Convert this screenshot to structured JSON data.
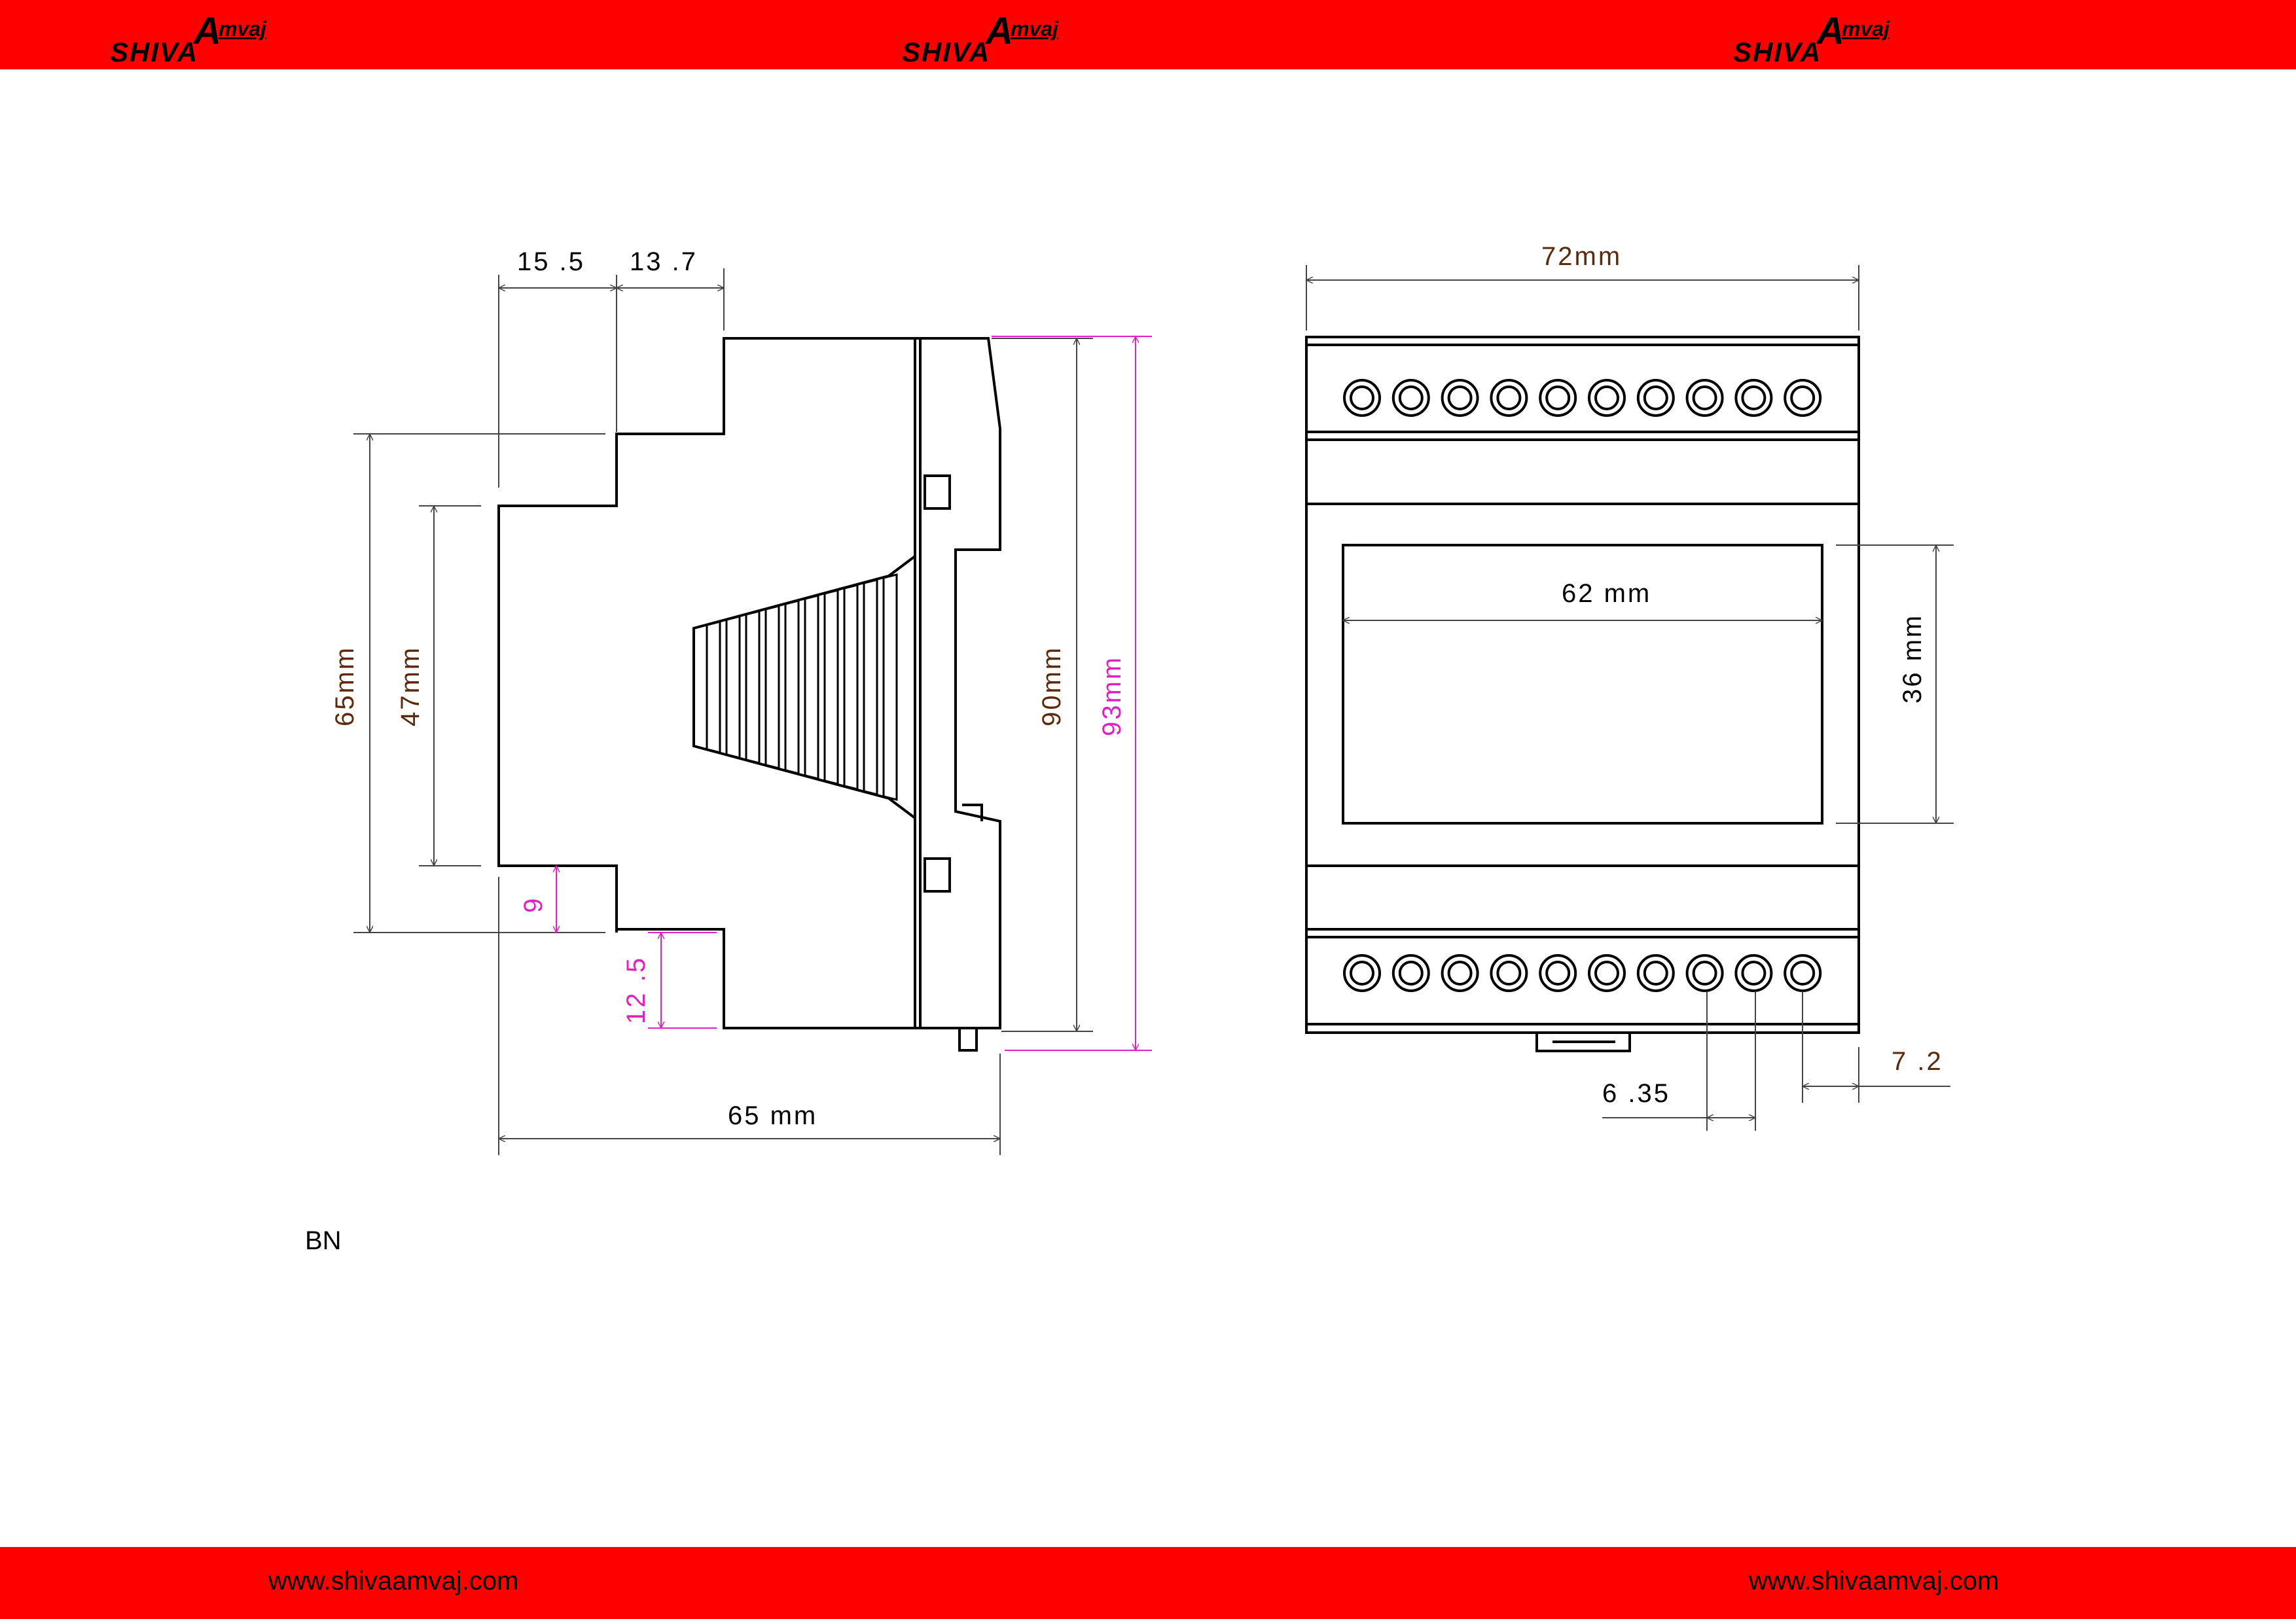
{
  "brand": {
    "shiva": "SHIVA",
    "a": "A",
    "mvaj": "mvaj"
  },
  "footer": {
    "url_left": "www.shivaamvaj.com",
    "url_right": "www.shivaamvaj.com"
  },
  "note": "BN",
  "colors": {
    "band": "#ff0000",
    "dim_brown": "#5a2a0a",
    "dim_pink": "#e020c0"
  },
  "side_view": {
    "dim_15_5": "15 .5",
    "dim_13_7": "13 .7",
    "dim_65_height": "65mm",
    "dim_47": "47mm",
    "dim_90": "90mm",
    "dim_93": "93mm",
    "dim_9": "9",
    "dim_12_5": "12 .5",
    "dim_65_width": "65 mm"
  },
  "front_view": {
    "dim_72": "72mm",
    "dim_62": "62 mm",
    "dim_36": "36 mm",
    "dim_6_35": "6 .35",
    "dim_7_2": "7 .2",
    "terminals_top": 10,
    "terminals_bottom": 10
  }
}
